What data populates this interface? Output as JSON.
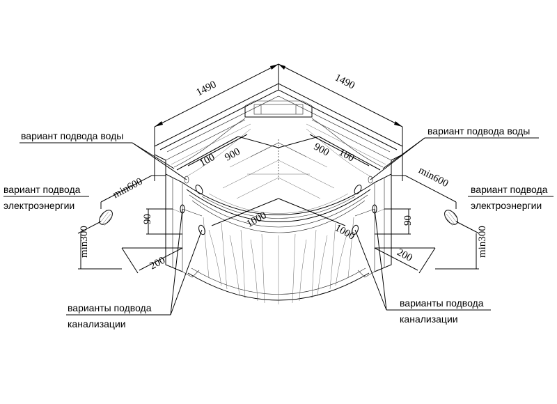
{
  "drawing": {
    "dimensions": {
      "width_left": "1490",
      "width_right": "1490",
      "inner_left": "900",
      "inner_right": "900",
      "offset_left": "100",
      "offset_right": "100",
      "front_left": "1000",
      "front_right": "1000",
      "min_side_left": "min600",
      "min_side_right": "min600",
      "height_left": "90",
      "height_right": "90",
      "depth_left": "200",
      "depth_right": "200",
      "min_floor_left": "min300",
      "min_floor_right": "min300"
    },
    "labels": {
      "water_left": "вариант подвода воды",
      "water_right": "вариант подвода воды",
      "power_left_1": "вариант подвода",
      "power_left_2": "электроэнергии",
      "power_right_1": "вариант подвода",
      "power_right_2": "электроэнергии",
      "drain_left_1": "варианты подвода",
      "drain_left_2": "канализации",
      "drain_right_1": "варианты подвода",
      "drain_right_2": "канализации"
    }
  }
}
